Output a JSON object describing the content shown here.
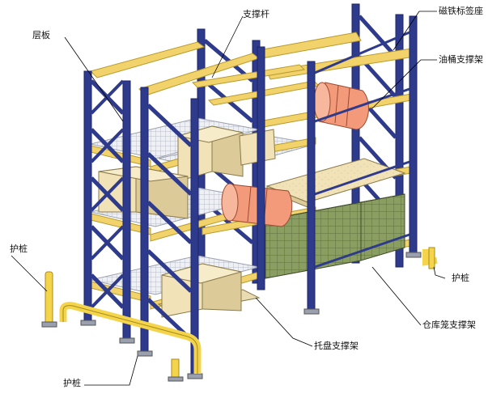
{
  "labels": {
    "shelf": "层板",
    "support_bar": "支撑杆",
    "magnet_label": "磁铁标签座",
    "drum_support": "油桶支撑架",
    "guard_left": "护桩",
    "guard_right": "护桩",
    "cage_support": "仓库笼支撑架",
    "pallet_support": "托盘支撑架",
    "guard_bottom": "护桩"
  },
  "colors": {
    "upright": "#2e3a8c",
    "upright_dark": "#1c2566",
    "beam": "#f2d36b",
    "beam_edge": "#b89a2c",
    "guard": "#f4d44a",
    "wire": "#c9cdd6",
    "box": "#f1e2b8",
    "box_side": "#dccb98",
    "drum": "#f39a7a",
    "drum_end": "#f7b79c",
    "cage": "#8a9e62",
    "cage_dark": "#5f7040",
    "board": "#f1e2b8",
    "pallet": "#e9dcb3",
    "leader": "#000000",
    "text": "#111111"
  }
}
